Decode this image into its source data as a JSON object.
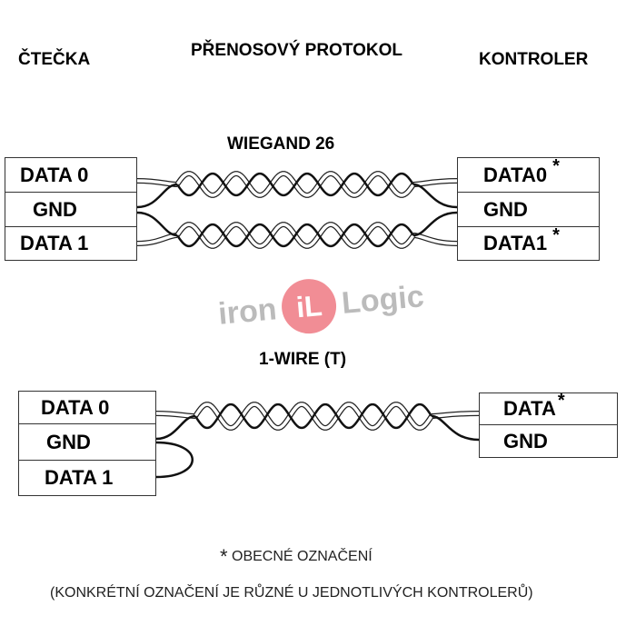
{
  "headers": {
    "reader": "ČTEČKA",
    "protocol": "PŘENOSOVÝ PROTOKOL",
    "controller": "KONTROLER"
  },
  "wiegand": {
    "title": "WIEGAND 26",
    "reader_pins": [
      "DATA 0",
      "GND",
      "DATA 1"
    ],
    "controller_pins": [
      {
        "label": "DATA0",
        "mark": "*"
      },
      {
        "label": "GND",
        "mark": ""
      },
      {
        "label": "DATA1",
        "mark": "*"
      }
    ]
  },
  "onewire": {
    "title": "1-WIRE (T)",
    "reader_pins": [
      "DATA 0",
      "GND",
      "DATA 1"
    ],
    "controller_pins": [
      {
        "label": "DATA",
        "mark": "*"
      },
      {
        "label": "GND",
        "mark": ""
      }
    ]
  },
  "footnote": {
    "mark": "*",
    "line1": "OBECNÉ OZNAČENÍ",
    "line2": "(KONKRÉTNÍ OZNAČENÍ JE RŮZNÉ U JEDNOTLIVÝCH KONTROLERŮ)"
  },
  "watermark": {
    "prefix": "iron",
    "badge": "iL",
    "suffix": "Logic",
    "badge_color": "#e8424f"
  }
}
